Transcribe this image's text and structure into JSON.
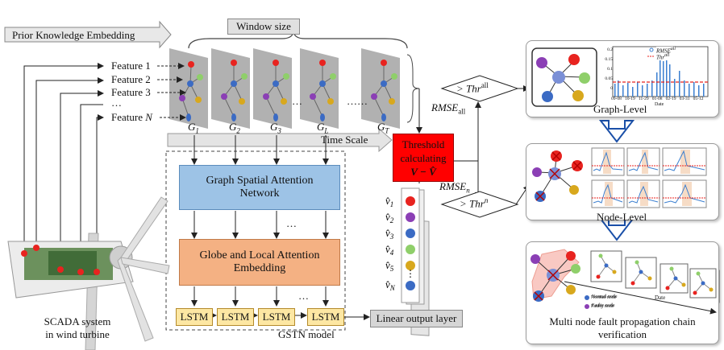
{
  "prior": "Prior Knowledge Embedding",
  "window_size": "Window size",
  "features": [
    "Feature 1",
    "Feature 2",
    "Feature 3",
    "…",
    "Feature N"
  ],
  "graphs": [
    "G1",
    "G2",
    "G3",
    "GL",
    "GT"
  ],
  "time_scale": "Time Scale",
  "gsan": "Graph  Spatial Attention Network",
  "glae": "Globe and Local Attention Embedding",
  "lstm": "LSTM",
  "gstn": "GSTN model",
  "linear": "Linear output layer",
  "threshold": "Threshold calculating",
  "scada": "SCADA system in wind turbine",
  "thr_all": "> Thr^all",
  "rmse_all": "RMSE_all",
  "thr_n": "> Thr^n",
  "rmse_n": "RMSE_n",
  "graph_level": "Graph-Level",
  "node_level": "Node-Level",
  "multi": "Multi node fault propagation chain verification",
  "legend": {
    "rmse": "RMSE^all",
    "thr": "Thr^all"
  },
  "dates": [
    "09-08",
    "10-19",
    "11-29",
    "01-08",
    "02-19",
    "03-31",
    "05-12"
  ],
  "date_label": "Date",
  "yticks": [
    "0.2",
    "0.15",
    "0.1",
    "0.05",
    "0"
  ],
  "multi_legend": {
    "normal": "Normal node",
    "faulty": "Faulty node",
    "date": "Date"
  },
  "colors": {
    "red": "#e8231f",
    "purple": "#8b3fb5",
    "blue": "#3b6bc4",
    "green": "#8fcf6a",
    "yellow": "#d8a81d",
    "threshold_box": "#ff0000",
    "gsan_box": "#9dc3e6",
    "glae_box": "#f4b183",
    "lstm_box": "#fde7a3"
  }
}
